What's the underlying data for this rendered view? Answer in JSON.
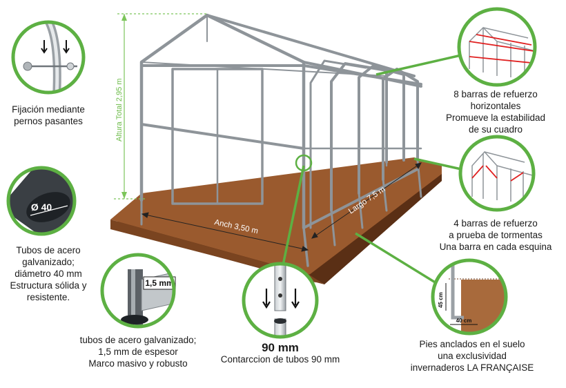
{
  "labels": {
    "height": "Altura Total 2,95 m",
    "width": "Anch 3,50 m",
    "length": "Largo 7,5 m",
    "tube_diameter": "Ø 40",
    "thickness": "1,5 mm",
    "anchor_height": "45 cm",
    "anchor_width": "40 cm"
  },
  "captions": {
    "bolts": [
      "Fijación mediante",
      "pernos pasantes"
    ],
    "tubes": [
      "Tubos de acero",
      "galvanizado;",
      "diámetro 40 mm",
      "Estructura sólida y",
      "resistente."
    ],
    "thickness": [
      "tubos de acero galvanizado;",
      "1,5 mm de espesor",
      "Marco masivo y robusto"
    ],
    "connection_title": "90 mm",
    "connection": "Contarccion de tubos 90 mm",
    "horizontal_bars": [
      "8 barras de refuerzo",
      "horizontales",
      "Promueve la estabilidad",
      "de su cuadro"
    ],
    "storm_bars": [
      "4 barras de refuerzo",
      "a prueba de tormentas",
      "Una barra en cada esquina"
    ],
    "anchors": [
      "Pies anclados en el suelo",
      "una exclusividad",
      "invernaderos LA FRANÇAISE"
    ]
  },
  "colors": {
    "accent_green": "#5db043",
    "soil": "#9a5a2e",
    "soil_dark": "#6b3a1c",
    "frame": "#8e9499",
    "reinforcement": "#e02020"
  }
}
